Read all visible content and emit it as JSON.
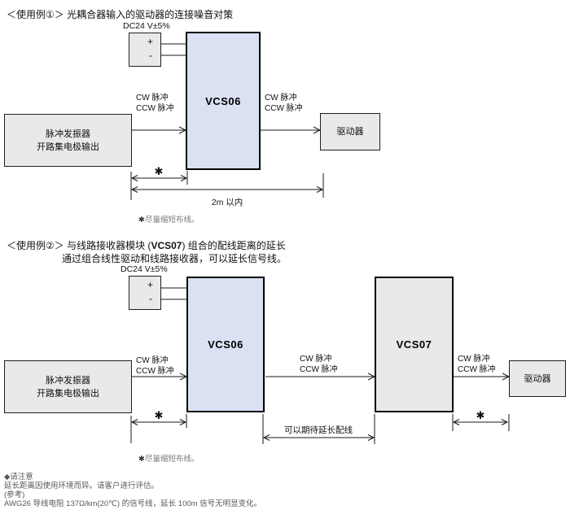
{
  "colors": {
    "module_fill": "#d9e1f2",
    "box_fill": "#e9e9e9",
    "note_gray": "#595959"
  },
  "example1": {
    "title": "＜使用例①＞ 光耦合器输入的驱动器的连接噪音对策",
    "psu": {
      "label": "DC24 V±5%",
      "plus": "+",
      "minus": "-"
    },
    "pulse_generator": {
      "line1": "脉冲发振器",
      "line2": "开路集电极输出"
    },
    "module": "VCS06",
    "driver": "驱动器",
    "signal_labels": [
      {
        "line1": "CW 脉冲",
        "line2": "CCW 脉冲"
      },
      {
        "line1": "CW 脉冲",
        "line2": "CCW 脉冲"
      }
    ],
    "dim_short_mark": "✱",
    "dim_total": "2m 以内",
    "footnote": {
      "mark": "✱",
      "text": "尽量缩短布线。"
    }
  },
  "example2": {
    "title_pre": "＜使用例②＞ 与线路接收器模块 (",
    "title_model": "VCS07",
    "title_post": ") 组合的配线距离的延长",
    "subtitle": "通过组合线性驱动和线路接收器，可以延长信号线。",
    "psu": {
      "label": "DC24 V±5%",
      "plus": "+",
      "minus": "-"
    },
    "pulse_generator": {
      "line1": "脉冲发振器",
      "line2": "开路集电极输出"
    },
    "module1": "VCS06",
    "module2": "VCS07",
    "driver": "驱动器",
    "signal_labels": [
      {
        "line1": "CW 脉冲",
        "line2": "CCW 脉冲"
      },
      {
        "line1": "CW 脉冲",
        "line2": "CCW 脉冲"
      },
      {
        "line1": "CW 脉冲",
        "line2": "CCW 脉冲"
      }
    ],
    "dim_left_mark": "✱",
    "dim_mid": "可以期待延长配线",
    "dim_right_mark": "✱",
    "footnote": {
      "mark": "✱",
      "text": "尽量缩短布线。"
    }
  },
  "notes": {
    "heading": "◆请注意",
    "line1": "延长距离因使用环境而异。请客户进行评估。",
    "line2": "(参考)",
    "line3": "AWG26 导线电阻 137Ω/km(20℃) 的信号线，延长 100m 信号无明显变化。"
  }
}
